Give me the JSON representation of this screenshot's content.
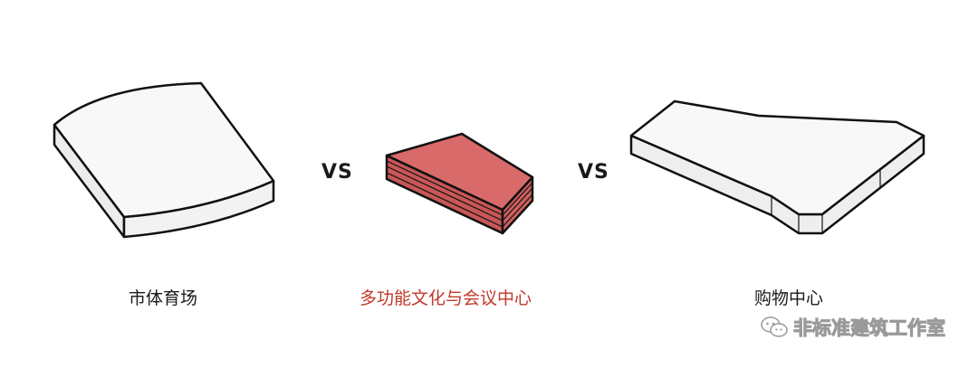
{
  "items": [
    {
      "label": "市体育场",
      "highlight": false,
      "color": "#f6f6f6"
    },
    {
      "label": "多功能文化与会议中心",
      "highlight": true,
      "color": "#d96a6a"
    },
    {
      "label": "购物中心",
      "highlight": false,
      "color": "#f6f6f6"
    }
  ],
  "separators": [
    "VS",
    "VS"
  ],
  "watermark": {
    "text": "非标准建筑工作室",
    "icon": "wechat-icon"
  },
  "colors": {
    "outline": "#111111",
    "side_light": "#e9e9e9",
    "highlight_text": "#c0392b",
    "highlight_fill": "#d96a6a",
    "highlight_side": "#c95757"
  }
}
